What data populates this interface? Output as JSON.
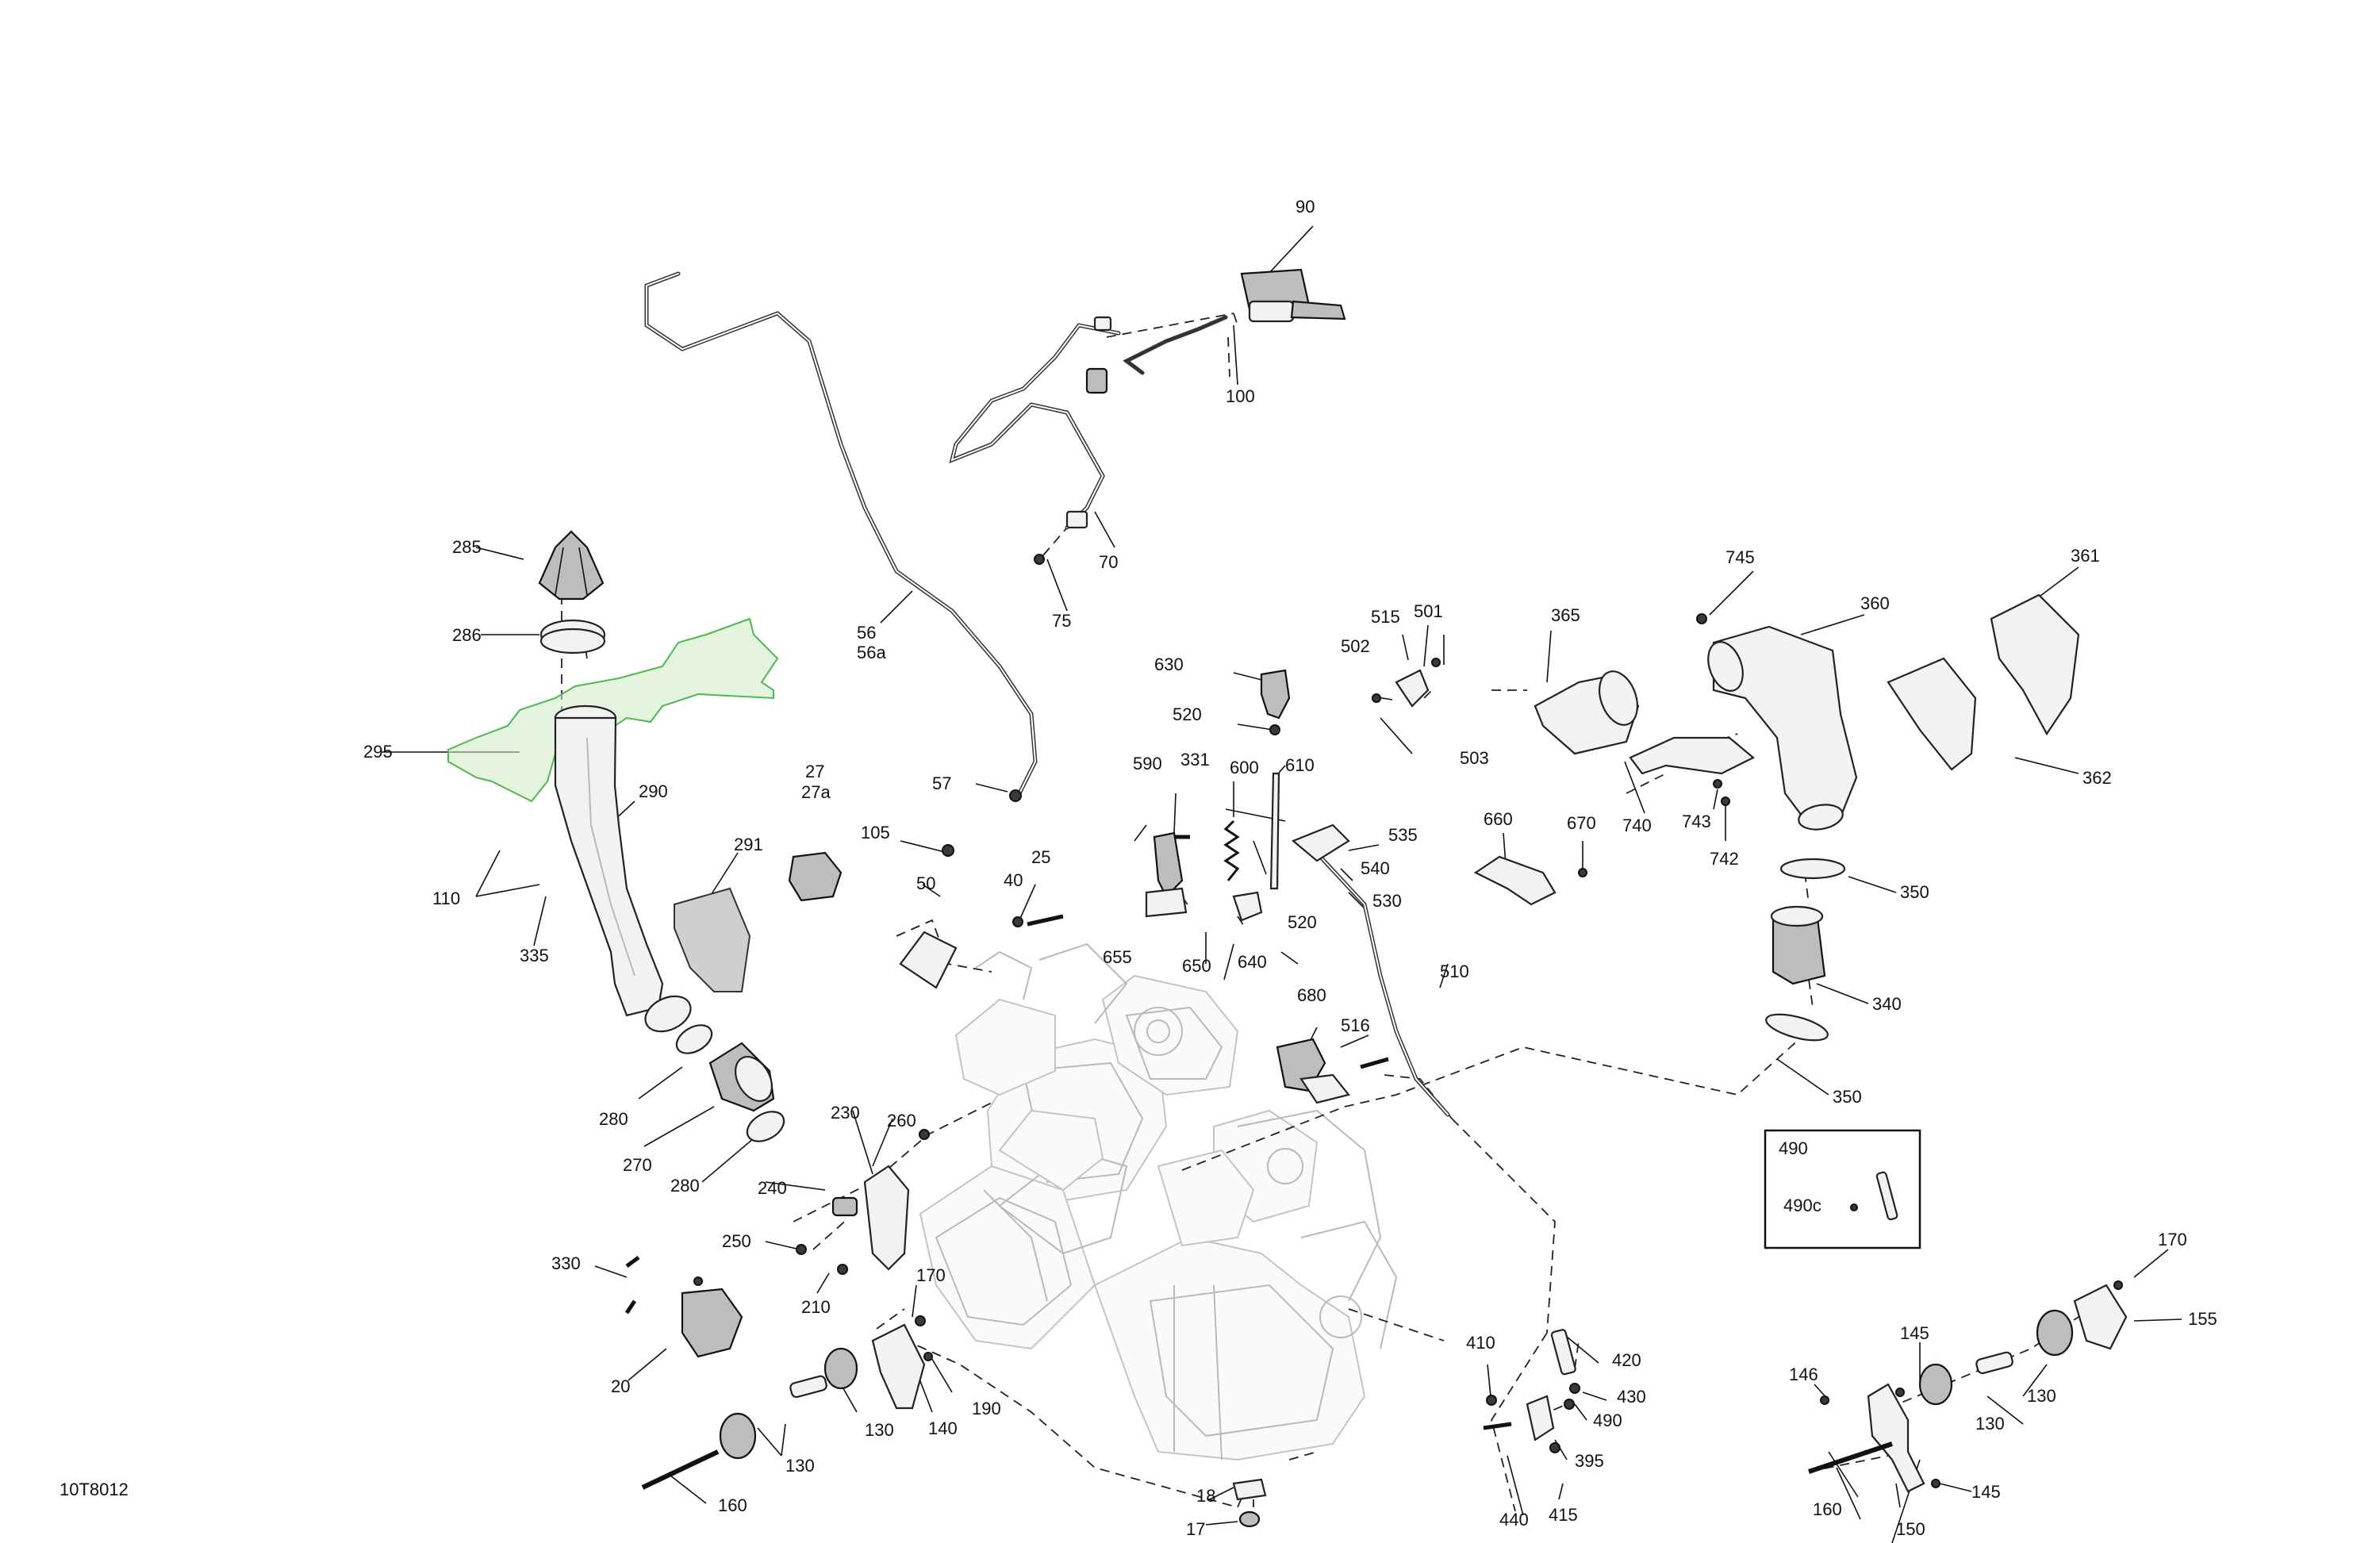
{
  "diagram_code": "10T8012",
  "inset": {
    "title": "490",
    "item": "490c"
  },
  "callouts": [
    "90",
    "100",
    "70",
    "75",
    "56",
    "56a",
    "57",
    "285",
    "286",
    "295",
    "290",
    "291",
    "110",
    "335",
    "27",
    "27a",
    "105",
    "50",
    "40",
    "25",
    "630",
    "520",
    "590",
    "331",
    "600",
    "610",
    "535",
    "540",
    "530",
    "655",
    "650",
    "640",
    "520",
    "515",
    "501",
    "502",
    "503",
    "365",
    "745",
    "360",
    "361",
    "362",
    "740",
    "743",
    "742",
    "660",
    "670",
    "350",
    "340",
    "350",
    "510",
    "680",
    "516",
    "280",
    "270",
    "280",
    "230",
    "260",
    "240",
    "250",
    "210",
    "170",
    "330",
    "20",
    "140",
    "190",
    "130",
    "130",
    "160",
    "18",
    "17",
    "410",
    "420",
    "430",
    "490",
    "395",
    "440",
    "415",
    "170",
    "155",
    "145",
    "146",
    "130",
    "130",
    "160",
    "150",
    "145"
  ]
}
